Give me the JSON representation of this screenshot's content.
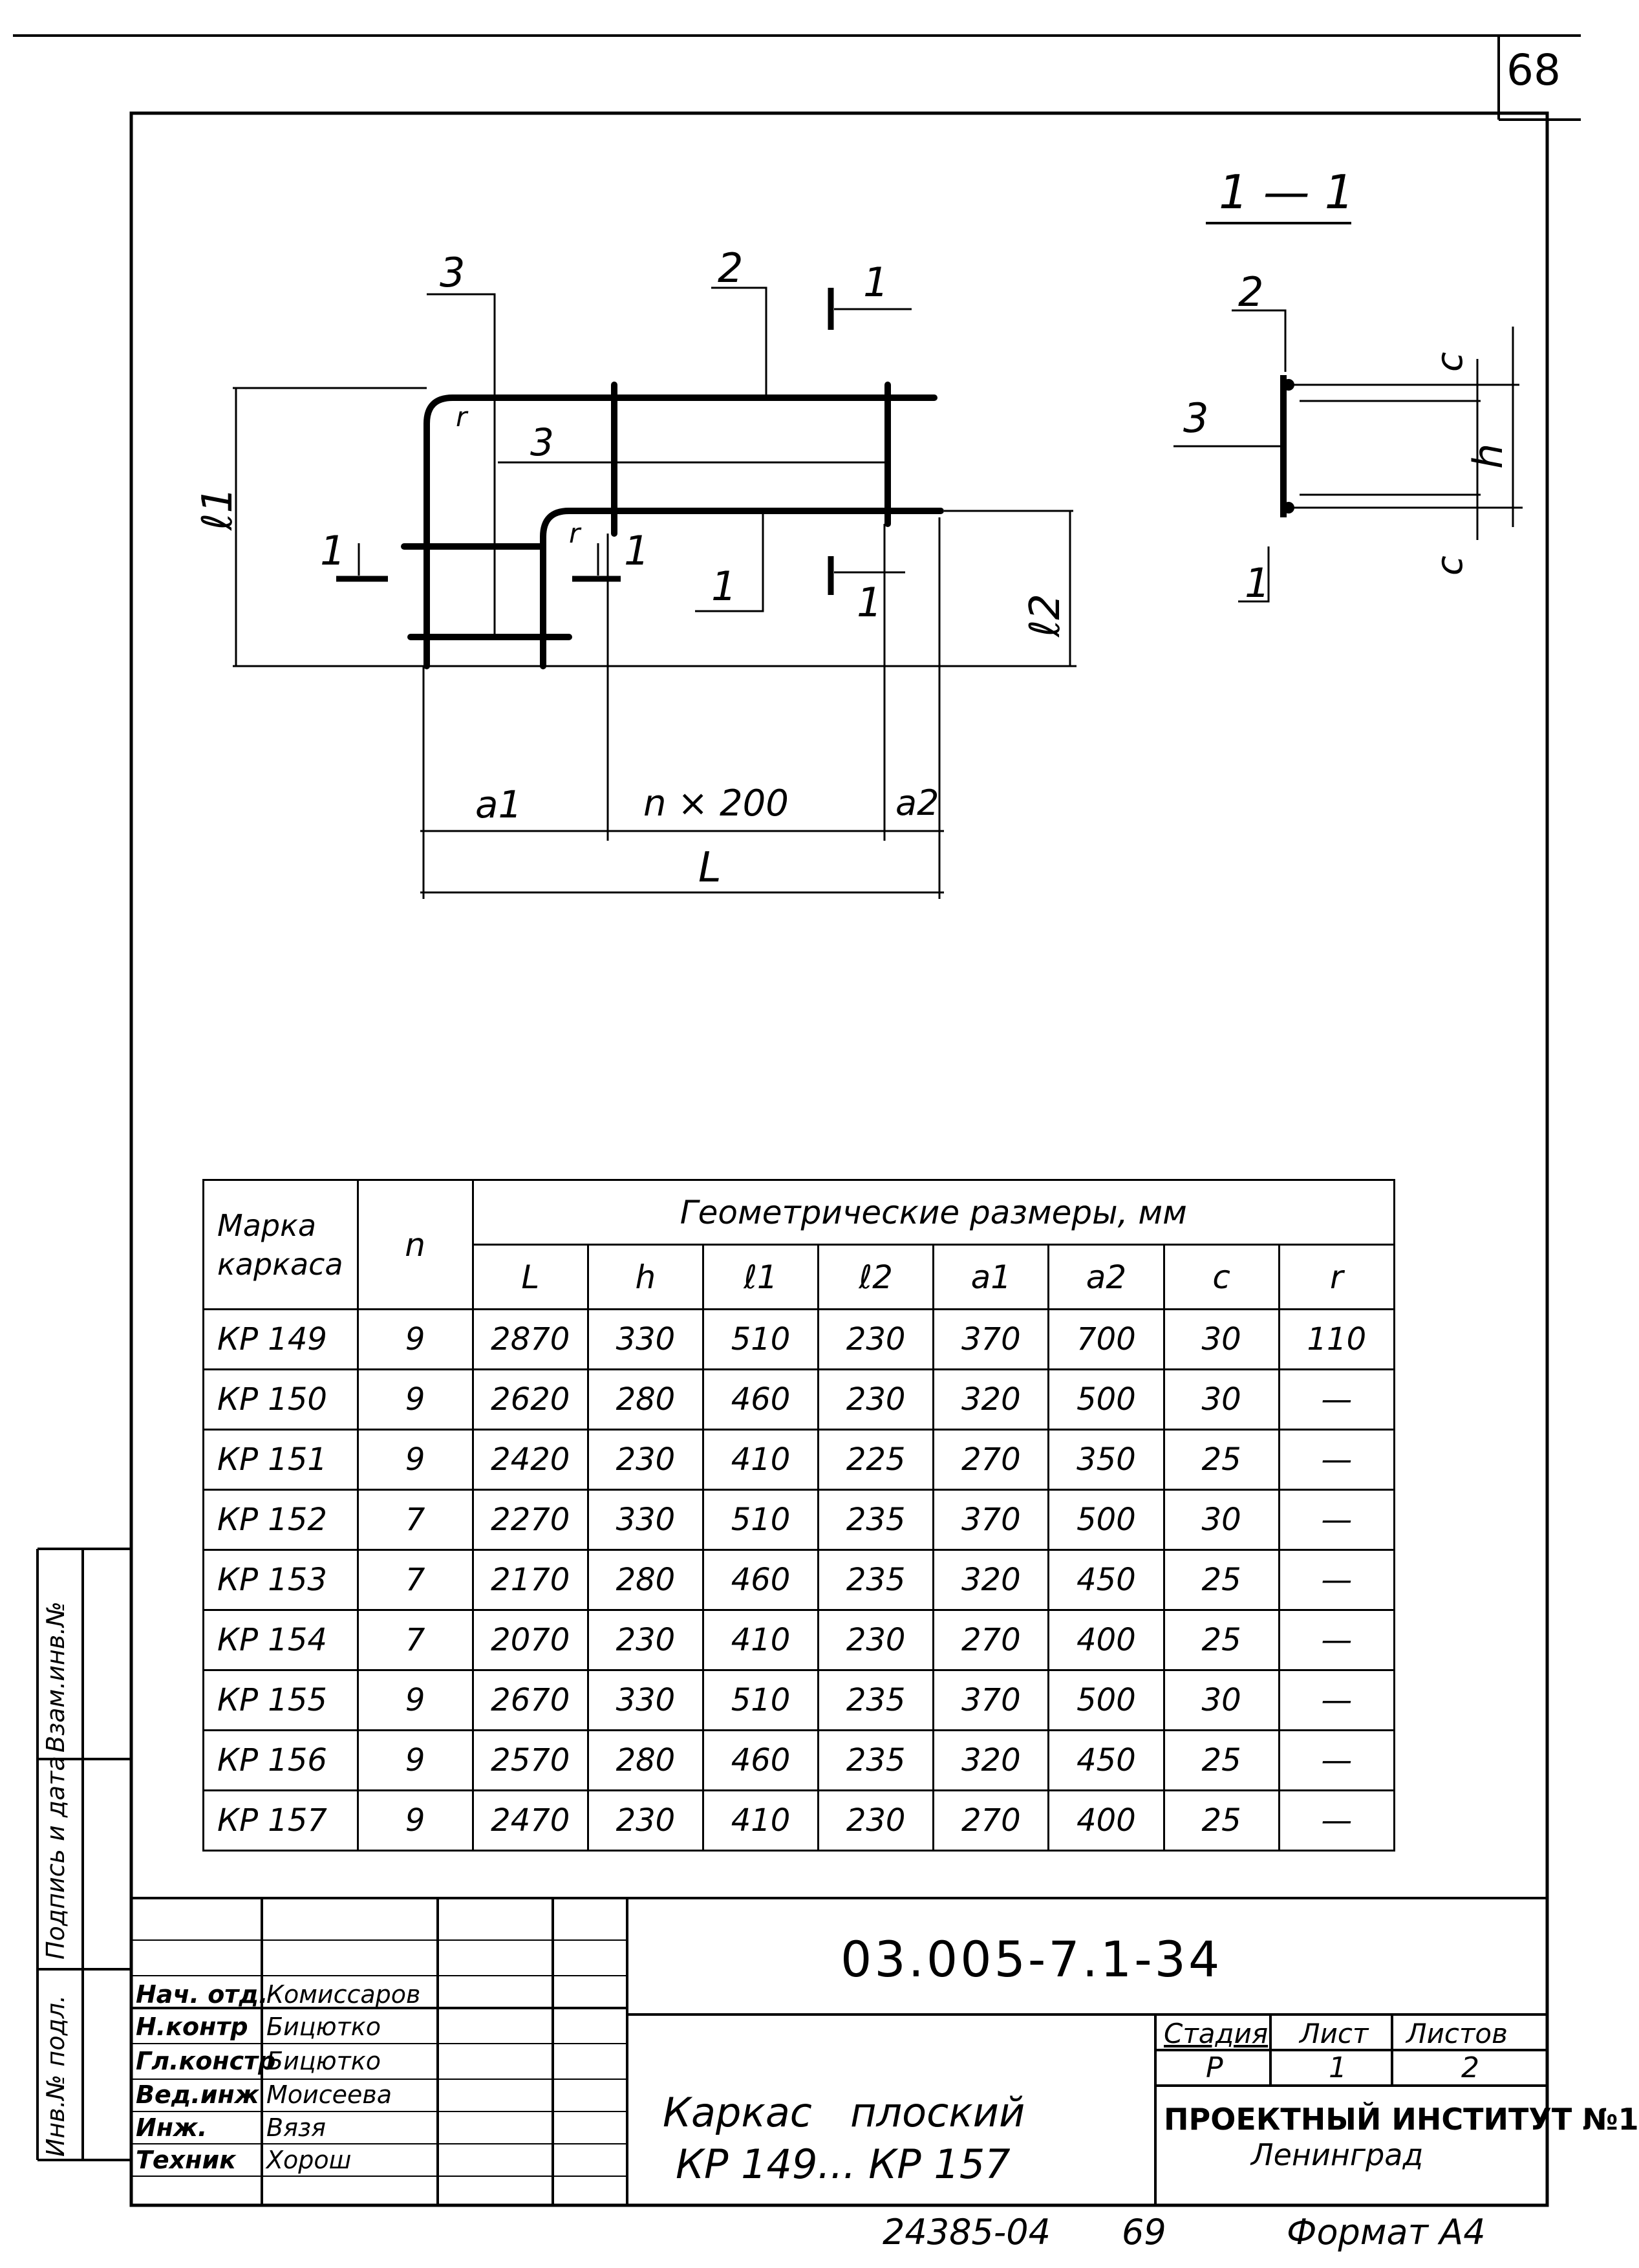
{
  "sheet_number": "68",
  "drawing": {
    "section_label": "1 — 1",
    "callouts": {
      "pos2": "2",
      "pos3": "3",
      "pos1": "1",
      "section_mark": "1",
      "radius": "r"
    },
    "dims": {
      "l1": "ℓ1",
      "l2": "ℓ2",
      "a1": "a1",
      "a2": "a2",
      "n200": "n × 200",
      "L": "L",
      "c_top": "c",
      "c_bottom": "c",
      "h": "h"
    }
  },
  "table": {
    "header_mark": "Марка каркаса",
    "header_mark_line1": "Марка",
    "header_mark_line2": "каркаса",
    "header_n": "n",
    "header_group": "Геометрические размеры, мм",
    "columns": [
      "L",
      "h",
      "ℓ1",
      "ℓ2",
      "a1",
      "a2",
      "c",
      "r"
    ],
    "rows": [
      [
        "КР 149",
        "9",
        "2870",
        "330",
        "510",
        "230",
        "370",
        "700",
        "30",
        "110"
      ],
      [
        "КР 150",
        "9",
        "2620",
        "280",
        "460",
        "230",
        "320",
        "500",
        "30",
        "—"
      ],
      [
        "КР 151",
        "9",
        "2420",
        "230",
        "410",
        "225",
        "270",
        "350",
        "25",
        "—"
      ],
      [
        "КР 152",
        "7",
        "2270",
        "330",
        "510",
        "235",
        "370",
        "500",
        "30",
        "—"
      ],
      [
        "КР 153",
        "7",
        "2170",
        "280",
        "460",
        "235",
        "320",
        "450",
        "25",
        "—"
      ],
      [
        "КР 154",
        "7",
        "2070",
        "230",
        "410",
        "230",
        "270",
        "400",
        "25",
        "—"
      ],
      [
        "КР 155",
        "9",
        "2670",
        "330",
        "510",
        "235",
        "370",
        "500",
        "30",
        "—"
      ],
      [
        "КР 156",
        "9",
        "2570",
        "280",
        "460",
        "235",
        "320",
        "450",
        "25",
        "—"
      ],
      [
        "КР 157",
        "9",
        "2470",
        "230",
        "410",
        "230",
        "270",
        "400",
        "25",
        "—"
      ]
    ]
  },
  "title_block": {
    "doc_code": "03.005-7.1-34",
    "title_line1": "Каркас   плоский",
    "title_line2": "КР 149... КР 157",
    "stage_label": "Стадия",
    "sheet_label": "Лист",
    "sheets_label": "Листов",
    "stage_value": "Р",
    "sheet_value": "1",
    "sheets_value": "2",
    "org_line1": "ПРОЕКТНЫЙ ИНСТИТУТ №1",
    "org_line2": "Ленинград",
    "people": [
      {
        "role": "Нач. отд.",
        "name": "Комиссаров"
      },
      {
        "role": "Н.контр",
        "name": "Бицютко"
      },
      {
        "role": "Гл.констр",
        "name": "Бицютко"
      },
      {
        "role": "Вед.инж",
        "name": "Моисеева"
      },
      {
        "role": "Инж.",
        "name": "Вязя"
      },
      {
        "role": "Техник",
        "name": "Хорош"
      }
    ]
  },
  "side_labels": [
    "Инв.№ подл.",
    "Подпись и дата",
    "Взам.инв.№"
  ],
  "footer": {
    "archive_number": "24385-04",
    "page": "69",
    "format": "Формат А4"
  }
}
